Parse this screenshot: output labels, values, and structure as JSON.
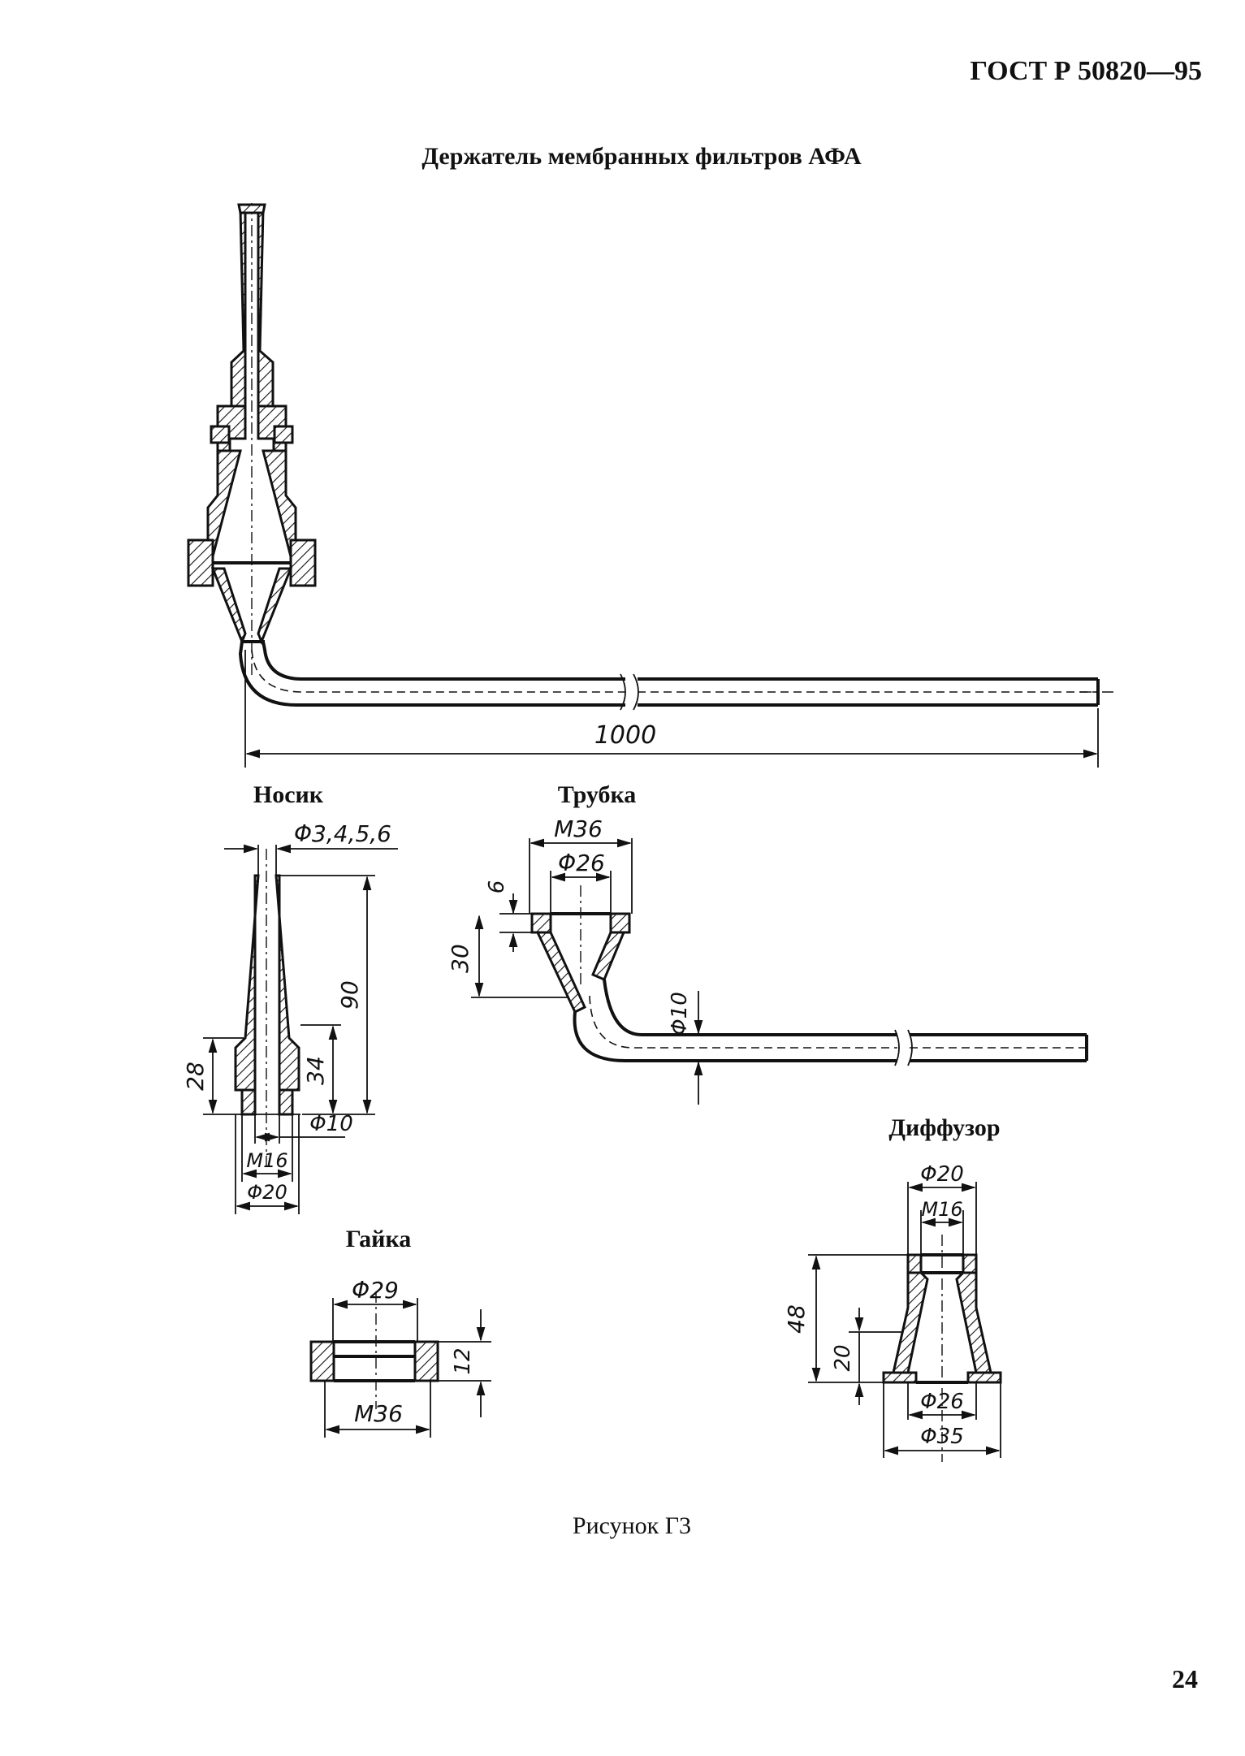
{
  "header": {
    "standard": "ГОСТ Р 50820—95"
  },
  "title": "Держатель мембранных фильтров АФА",
  "assembly": {
    "dim_length": "1000"
  },
  "nosik": {
    "label": "Носик",
    "dim_tip": "Φ3,4,5,6",
    "dim_height": "90",
    "dim_body": "34",
    "dim_base": "28",
    "dim_inner": "Φ10",
    "dim_thread": "M16",
    "dim_outer": "Φ20"
  },
  "trubka": {
    "label": "Трубка",
    "dim_thread": "M36",
    "dim_bore": "Φ26",
    "dim_flange": "6",
    "dim_cone": "30",
    "dim_tube": "Φ10"
  },
  "gaika": {
    "label": "Гайка",
    "dim_top": "Φ29",
    "dim_thread": "M36",
    "dim_height": "12"
  },
  "diffuzor": {
    "label": "Диффузор",
    "dim_outer": "Φ20",
    "dim_thread": "M16",
    "dim_height": "48",
    "dim_lower": "20",
    "dim_bore": "Φ26",
    "dim_base": "Φ35"
  },
  "caption": "Рисунок Г3",
  "page_number": "24"
}
